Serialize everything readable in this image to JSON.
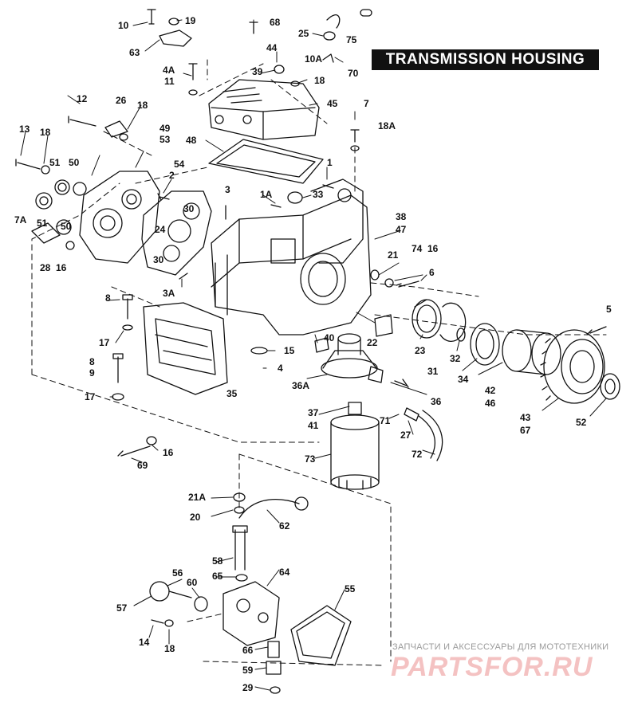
{
  "title": "TRANSMISSION HOUSING",
  "watermark": {
    "caption": "ЗАПЧАСТИ И АКСЕССУАРЫ ДЛЯ МОТОТЕХНИКИ",
    "logo": "PARTSFOR.RU"
  },
  "callouts": [
    {
      "id": "c10",
      "text": "10"
    },
    {
      "id": "c19",
      "text": "19"
    },
    {
      "id": "c68",
      "text": "68"
    },
    {
      "id": "c25",
      "text": "25"
    },
    {
      "id": "c75",
      "text": "75"
    },
    {
      "id": "c63",
      "text": "63"
    },
    {
      "id": "c44",
      "text": "44"
    },
    {
      "id": "c10a",
      "text": "10A"
    },
    {
      "id": "c4a",
      "text": "4A"
    },
    {
      "id": "c11",
      "text": "11"
    },
    {
      "id": "c39",
      "text": "39"
    },
    {
      "id": "c18a_top",
      "text": "18"
    },
    {
      "id": "c70",
      "text": "70"
    },
    {
      "id": "c12",
      "text": "12"
    },
    {
      "id": "c26",
      "text": "26"
    },
    {
      "id": "c18b",
      "text": "18"
    },
    {
      "id": "c45",
      "text": "45"
    },
    {
      "id": "c7",
      "text": "7"
    },
    {
      "id": "c18A",
      "text": "18A"
    },
    {
      "id": "c13",
      "text": "13"
    },
    {
      "id": "c18c",
      "text": "18"
    },
    {
      "id": "c49",
      "text": "49"
    },
    {
      "id": "c53",
      "text": "53"
    },
    {
      "id": "c48",
      "text": "48"
    },
    {
      "id": "c51a",
      "text": "51"
    },
    {
      "id": "c50a",
      "text": "50"
    },
    {
      "id": "c54",
      "text": "54"
    },
    {
      "id": "c2",
      "text": "2"
    },
    {
      "id": "c1",
      "text": "1"
    },
    {
      "id": "c3",
      "text": "3"
    },
    {
      "id": "c1A",
      "text": "1A"
    },
    {
      "id": "c33",
      "text": "33"
    },
    {
      "id": "c7A",
      "text": "7A"
    },
    {
      "id": "c51b",
      "text": "51"
    },
    {
      "id": "c50b",
      "text": "50"
    },
    {
      "id": "c30a",
      "text": "30"
    },
    {
      "id": "c24",
      "text": "24"
    },
    {
      "id": "c38",
      "text": "38"
    },
    {
      "id": "c47",
      "text": "47"
    },
    {
      "id": "c28",
      "text": "28"
    },
    {
      "id": "c16a",
      "text": "16"
    },
    {
      "id": "c30b",
      "text": "30"
    },
    {
      "id": "c21",
      "text": "21"
    },
    {
      "id": "c74",
      "text": "74"
    },
    {
      "id": "c16b",
      "text": "16"
    },
    {
      "id": "c3A",
      "text": "3A"
    },
    {
      "id": "c6",
      "text": "6"
    },
    {
      "id": "c8a",
      "text": "8"
    },
    {
      "id": "c5",
      "text": "5"
    },
    {
      "id": "c17a",
      "text": "17"
    },
    {
      "id": "c22",
      "text": "22"
    },
    {
      "id": "c40",
      "text": "40"
    },
    {
      "id": "c15",
      "text": "15"
    },
    {
      "id": "c23",
      "text": "23"
    },
    {
      "id": "c32",
      "text": "32"
    },
    {
      "id": "c8b",
      "text": "8"
    },
    {
      "id": "c9",
      "text": "9"
    },
    {
      "id": "c4",
      "text": "4"
    },
    {
      "id": "c31",
      "text": "31"
    },
    {
      "id": "c34",
      "text": "34"
    },
    {
      "id": "c36A",
      "text": "36A"
    },
    {
      "id": "c42",
      "text": "42"
    },
    {
      "id": "c46",
      "text": "46"
    },
    {
      "id": "c17b",
      "text": "17"
    },
    {
      "id": "c35",
      "text": "35"
    },
    {
      "id": "c36",
      "text": "36"
    },
    {
      "id": "c37",
      "text": "37"
    },
    {
      "id": "c41",
      "text": "41"
    },
    {
      "id": "c71",
      "text": "71"
    },
    {
      "id": "c43",
      "text": "43"
    },
    {
      "id": "c67",
      "text": "67"
    },
    {
      "id": "c52",
      "text": "52"
    },
    {
      "id": "c27",
      "text": "27"
    },
    {
      "id": "c16c",
      "text": "16"
    },
    {
      "id": "c69",
      "text": "69"
    },
    {
      "id": "c73",
      "text": "73"
    },
    {
      "id": "c72",
      "text": "72"
    },
    {
      "id": "c21A",
      "text": "21A"
    },
    {
      "id": "c20",
      "text": "20"
    },
    {
      "id": "c62",
      "text": "62"
    },
    {
      "id": "c58",
      "text": "58"
    },
    {
      "id": "c65",
      "text": "65"
    },
    {
      "id": "c56",
      "text": "56"
    },
    {
      "id": "c60",
      "text": "60"
    },
    {
      "id": "c64",
      "text": "64"
    },
    {
      "id": "c55",
      "text": "55"
    },
    {
      "id": "c57",
      "text": "57"
    },
    {
      "id": "c14",
      "text": "14"
    },
    {
      "id": "c18d",
      "text": "18"
    },
    {
      "id": "c66",
      "text": "66"
    },
    {
      "id": "c59",
      "text": "59"
    },
    {
      "id": "c29",
      "text": "29"
    }
  ]
}
